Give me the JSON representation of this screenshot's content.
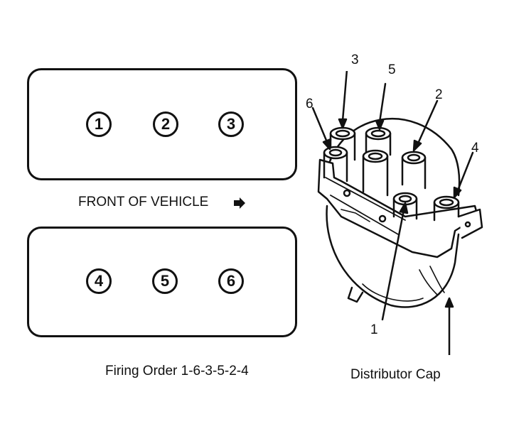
{
  "front_bank": {
    "cylinders": [
      "1",
      "2",
      "3"
    ]
  },
  "rear_bank": {
    "cylinders": [
      "4",
      "5",
      "6"
    ]
  },
  "front_of_vehicle_label": "FRONT OF VEHICLE",
  "firing_order_label": "Firing Order 1-6-3-5-2-4",
  "distributor_cap_label": "Distributor Cap",
  "terminal_labels": [
    "1",
    "2",
    "3",
    "4",
    "5",
    "6"
  ]
}
